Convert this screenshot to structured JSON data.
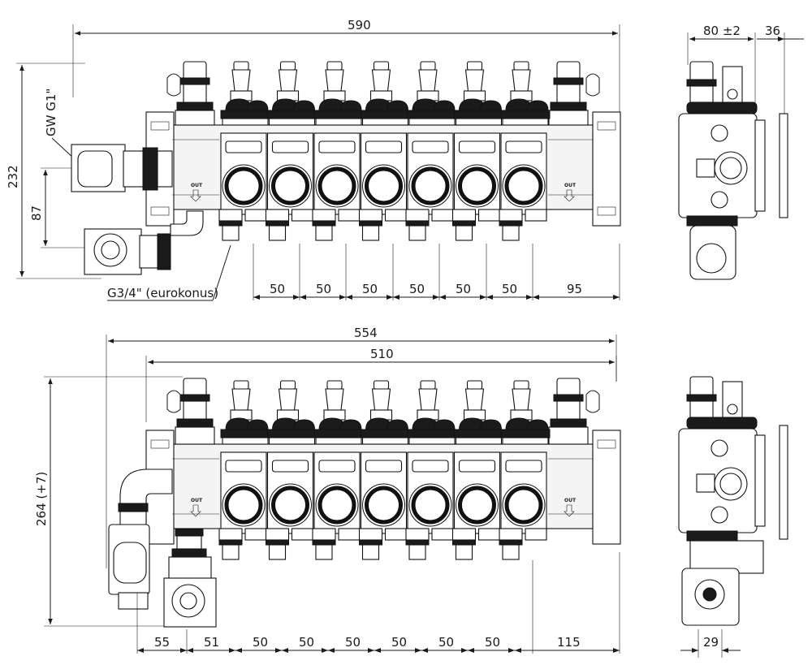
{
  "top_view": {
    "dim_overall": "590",
    "dim_height": "232",
    "dim_inlet_spacing": "87",
    "label_inlet_thread": "GW G1\"",
    "label_outlet_thread": "G3/4\" (eurokonus)",
    "outlet_spacings": [
      "50",
      "50",
      "50",
      "50",
      "50",
      "50"
    ],
    "dim_end": "95",
    "out_labels": [
      "OUT",
      "OUT"
    ]
  },
  "top_side_view": {
    "dim_depth": "80 ±2",
    "dim_offset": "36"
  },
  "bottom_view": {
    "dim_overall": "554",
    "dim_inner": "510",
    "dim_height": "264 (+7)",
    "spacings": [
      "55",
      "51",
      "50",
      "50",
      "50",
      "50",
      "50",
      "50"
    ],
    "dim_end": "115",
    "out_labels": [
      "OUT",
      "OUT"
    ]
  },
  "bottom_side_view": {
    "dim_pipe": "29"
  },
  "circuit_count": 7
}
